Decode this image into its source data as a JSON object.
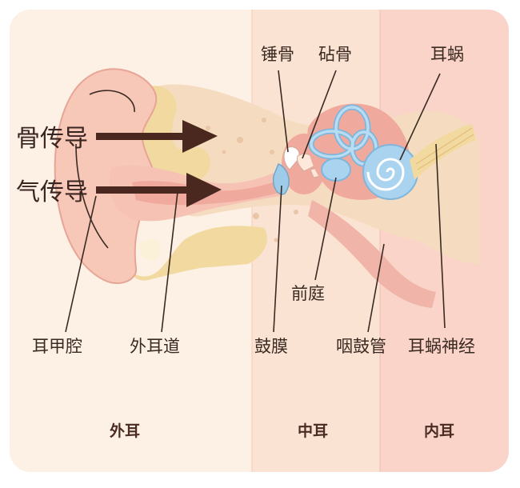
{
  "labels": {
    "malleus": "锤骨",
    "incus": "砧骨",
    "cochlea": "耳蜗",
    "concha": "耳甲腔",
    "ear_canal": "外耳道",
    "eardrum": "鼓膜",
    "vestibule": "前庭",
    "eustachian_tube": "咽鼓管",
    "cochlear_nerve": "耳蜗神经"
  },
  "arrows": {
    "bone_conduction": "骨传导",
    "air_conduction": "气传导"
  },
  "zones": {
    "outer": "外耳",
    "middle": "中耳",
    "inner": "内耳"
  },
  "colors": {
    "outer_bg": "#fdf1e6",
    "middle_bg": "#fbe1d0",
    "inner_bg": "#fad2c6",
    "skin": "#f7c7b8",
    "bone": "#f1d99f",
    "canal": "#f0b4a8",
    "labyrinth": "#a9d3ee",
    "arrow": "#4a2820"
  }
}
